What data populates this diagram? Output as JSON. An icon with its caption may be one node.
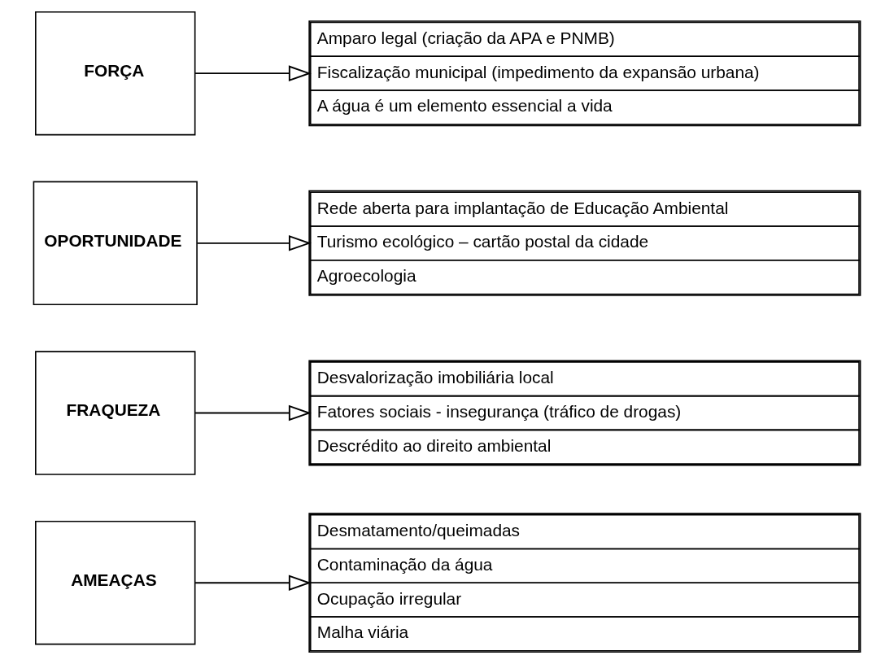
{
  "diagram": {
    "nodes": [
      {
        "text": [
          "FORÇA"
        ]
      },
      {
        "text": [
          "Amparo legal (criação da APA e PNMB)",
          "Fiscalização municipal (impedimento da expansão urbana)",
          "A água é um elemento essencial a vida"
        ]
      },
      {
        "text": [
          "OPORTUNIDADE"
        ]
      },
      {
        "text": [
          "Rede aberta para implantação de Educação Ambiental",
          "Turismo ecológico – cartão postal da cidade",
          "Agroecologia"
        ]
      },
      {
        "text": [
          "FRAQUEZA"
        ]
      },
      {
        "text": [
          "Desvalorização imobiliária local",
          "Fatores sociais - insegurança (tráfico de drogas)",
          "Descrédito ao direito ambiental"
        ]
      },
      {
        "text": [
          "AMEAÇAS"
        ]
      },
      {
        "text": [
          "Desmatamento/queimadas",
          "Contaminação da água",
          "Ocupação irregular",
          "Malha viária"
        ]
      }
    ],
    "edges": [
      {
        "from": 0,
        "to": 1,
        "arrow": "to"
      },
      {
        "from": 2,
        "to": 3,
        "arrow": "to"
      },
      {
        "from": 4,
        "to": 5,
        "arrow": "to"
      },
      {
        "from": 6,
        "to": 7,
        "arrow": "to"
      }
    ]
  }
}
